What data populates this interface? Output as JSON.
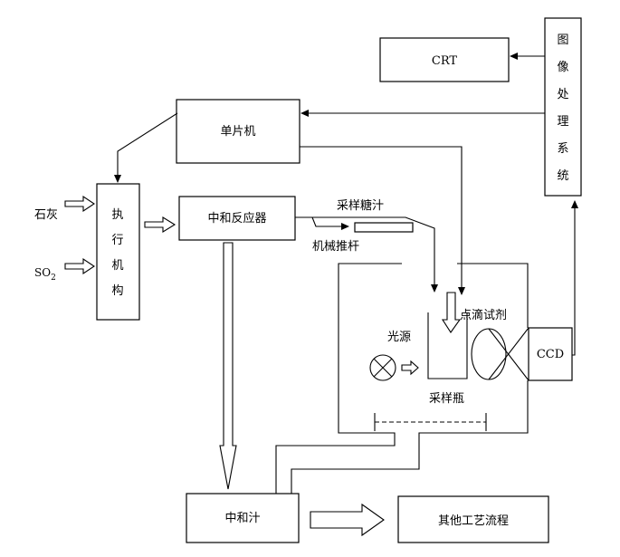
{
  "diagram": {
    "nodes": {
      "crt": "CRT",
      "image_system": [
        "图",
        "像",
        "处",
        "理",
        "系",
        "统"
      ],
      "mcu": "单片机",
      "actuator": [
        "执",
        "行",
        "机",
        "构"
      ],
      "reactor": "中和反应器",
      "neutral_juice": "中和汁",
      "other_process": "其他工艺流程",
      "ccd": "CCD"
    },
    "labels": {
      "lime": "石灰",
      "so2_main": "SO",
      "so2_sub": "2",
      "sample_juice": "采样糖汁",
      "push_rod": "机械推杆",
      "light": "光源",
      "reagent": "点滴试剂",
      "sample_bottle": "采样瓶"
    }
  }
}
